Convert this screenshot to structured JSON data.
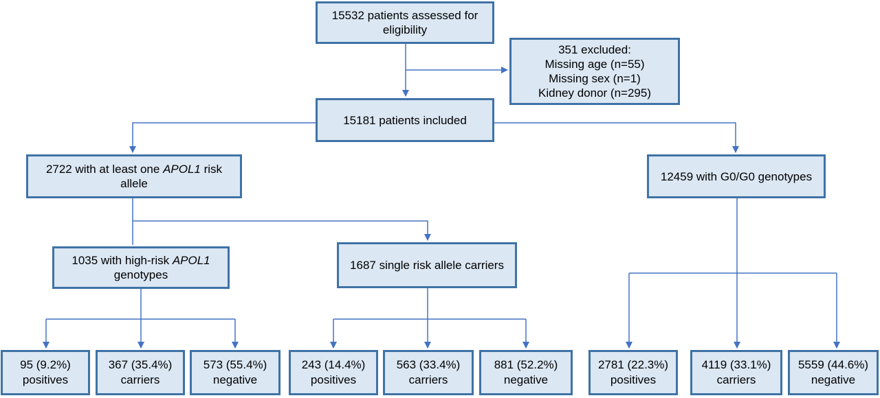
{
  "assessed": {
    "lines": [
      "15532 patients assessed for",
      "eligibility"
    ]
  },
  "excluded": {
    "lines": [
      "351 excluded:",
      "Missing age (n=55)",
      "Missing sex (n=1)",
      "Kidney donor (n=295)"
    ]
  },
  "included": {
    "lines": [
      "15181 patients included"
    ]
  },
  "atleast_one": {
    "line1_pre": "2722 with at least one ",
    "line1_em": "APOL1",
    "line1_post": " risk",
    "line2": "allele"
  },
  "g0g0": {
    "lines": [
      "12459 with G0/G0 genotypes"
    ]
  },
  "high_risk": {
    "line1_pre": "1035 with high-risk ",
    "line1_em": "APOL1",
    "line2": "genotypes"
  },
  "single": {
    "lines": [
      "1687 single risk allele carriers"
    ]
  },
  "leaves": [
    {
      "count": "95 (9.2%)",
      "label": "positives"
    },
    {
      "count": "367 (35.4%)",
      "label": "carriers"
    },
    {
      "count": "573 (55.4%)",
      "label": "negative"
    },
    {
      "count": "243 (14.4%)",
      "label": "positives"
    },
    {
      "count": "563 (33.4%)",
      "label": "carriers"
    },
    {
      "count": "881 (52.2%)",
      "label": "negative"
    },
    {
      "count": "2781 (22.3%)",
      "label": "positives"
    },
    {
      "count": "4119 (33.1%)",
      "label": "carriers"
    },
    {
      "count": "5559 (44.6%)",
      "label": "negative"
    }
  ],
  "colors": {
    "box_fill": "#dbe7f3",
    "box_border": "#3f72a6",
    "connector": "#4472c4"
  }
}
